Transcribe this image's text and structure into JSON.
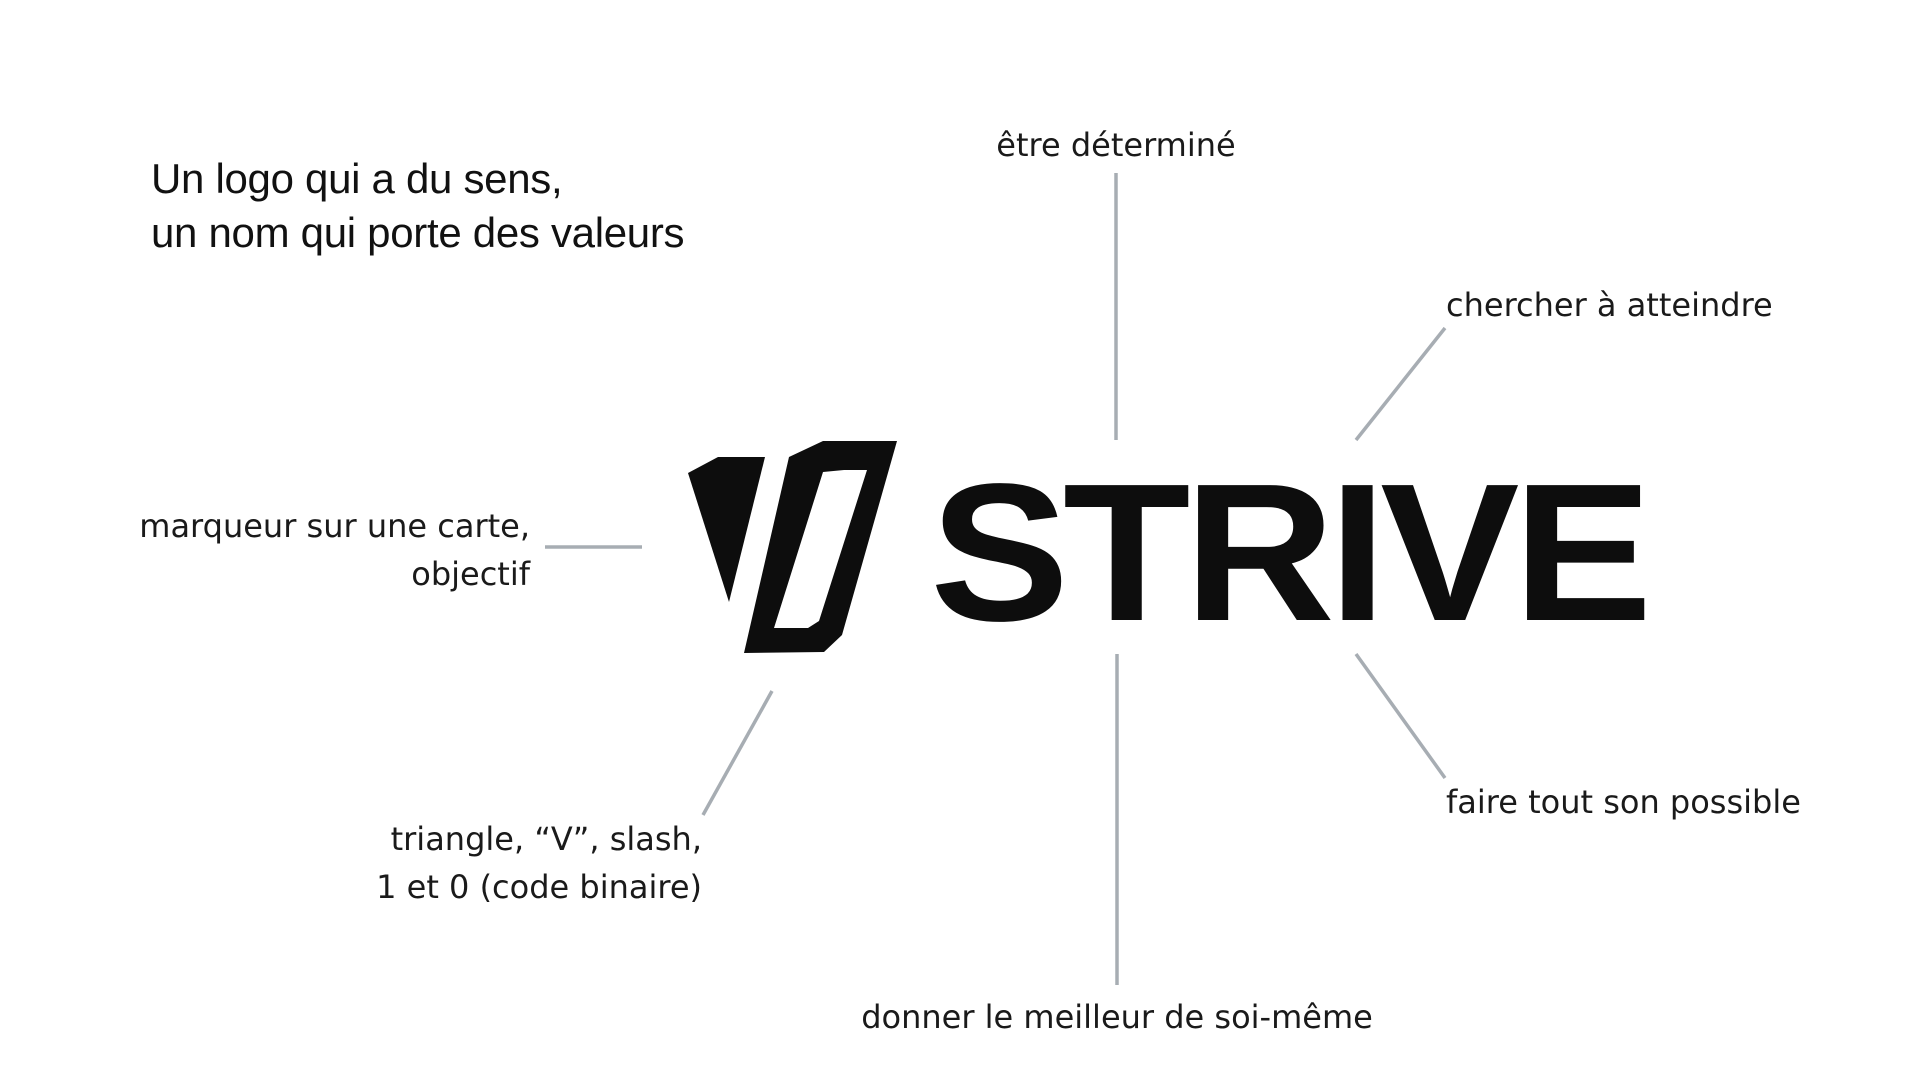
{
  "heading": {
    "line1": "Un logo qui a du sens,",
    "line2": "un nom qui porte des valeurs"
  },
  "logo": {
    "wordmark": "STRIVE",
    "color": "#0d0d0d"
  },
  "annotations": {
    "top": "être déterminé",
    "top_right": "chercher à atteindre",
    "bottom_right": "faire tout son possible",
    "bottom": "donner le meilleur de soi-même",
    "left_line1": "marqueur sur une carte,",
    "left_line2": "objectif",
    "bottom_left_line1": "triangle, “V”, slash,",
    "bottom_left_line2": "1 et 0 (code binaire)"
  },
  "colors": {
    "text": "#111111",
    "connector": "#a7adb3"
  }
}
